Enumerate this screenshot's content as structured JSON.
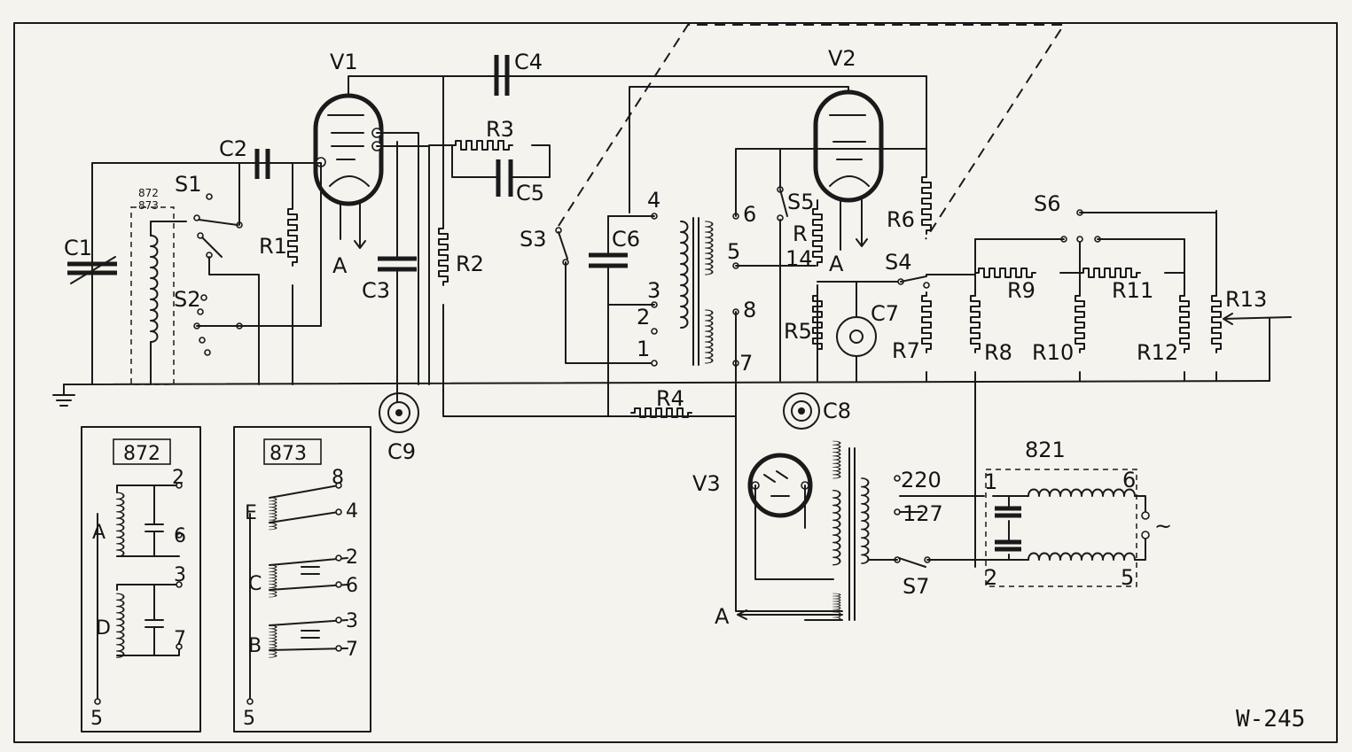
{
  "components": {
    "v1": "V1",
    "v2": "V2",
    "v3": "V3",
    "c1": "C1",
    "c2": "C2",
    "c3": "C3",
    "c4": "C4",
    "c5": "C5",
    "c6": "C6",
    "c7": "C7",
    "c8": "C8",
    "c9": "C9",
    "r1": "R1",
    "r2": "R2",
    "r3": "R3",
    "r4": "R4",
    "r5": "R5",
    "r14a": "R",
    "r14b": "14",
    "r6": "R6",
    "r7": "R7",
    "r8": "R8",
    "r9": "R9",
    "r10": "R10",
    "r11": "R11",
    "r12": "R12",
    "r13": "R13",
    "s1": "S1",
    "s2": "S2",
    "s3": "S3",
    "s4": "S4",
    "s5": "S5",
    "s6": "S6",
    "s7": "S7",
    "a_v1": "A",
    "a_v2": "A",
    "a_v3": "A",
    "coil_872": "872",
    "coil_873": "873"
  },
  "transformer_pins": [
    "4",
    "6",
    "5",
    "3",
    "2",
    "1",
    "8",
    "7"
  ],
  "mains": {
    "v220": "220",
    "v127": "127",
    "ac_symbol": "~"
  },
  "filter_821": {
    "title": "821",
    "pin1": "1",
    "pin2": "2",
    "pin5": "5",
    "pin6": "6"
  },
  "inset_872": {
    "title": "872",
    "pins": [
      "2",
      "6",
      "3",
      "7",
      "5"
    ],
    "coils": [
      "A",
      "D"
    ]
  },
  "inset_873": {
    "title": "873",
    "pins": [
      "8",
      "4",
      "2",
      "6",
      "3",
      "7",
      "5"
    ],
    "coils": [
      "E",
      "C",
      "B"
    ]
  },
  "drawing_code": "W-245"
}
